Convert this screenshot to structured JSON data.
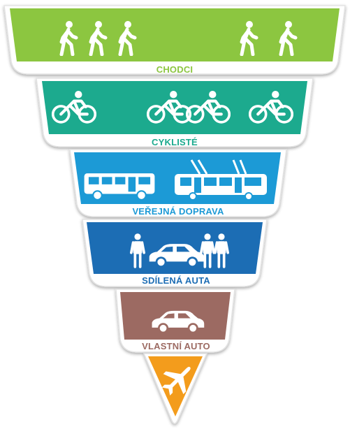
{
  "tiers": [
    {
      "id": "chodci",
      "label": "CHODCI",
      "color": "#8cc63f",
      "label_color": "#8cc63f",
      "icons": [
        "walker-icon",
        "walker-icon",
        "walker-icon",
        "walker-icon",
        "walker-icon"
      ]
    },
    {
      "id": "cykliste",
      "label": "CYKLISTÉ",
      "color": "#1aaa8e",
      "label_color": "#1aaa8e",
      "icons": [
        "cyclist-icon",
        "cyclist-icon",
        "cyclist-icon",
        "cyclist-icon"
      ]
    },
    {
      "id": "verejna-doprava",
      "label": "VEŘEJNÁ DOPRAVA",
      "color": "#1f9ad6",
      "label_color": "#1f9ad6",
      "icons": [
        "bus-icon",
        "tram-icon"
      ]
    },
    {
      "id": "sdilena-auta",
      "label": "SDÍLENÁ AUTA",
      "color": "#1f6db4",
      "label_color": "#1f6db4",
      "icons": [
        "person-icon",
        "car-icon",
        "person-icon",
        "person-icon"
      ]
    },
    {
      "id": "vlastni-auto",
      "label": "VLASTNÍ AUTO",
      "color": "#9c6b62",
      "label_color": "#9c6b62",
      "icons": [
        "car-icon"
      ]
    },
    {
      "id": "letadlo",
      "label": "",
      "color": "#f39c1f",
      "label_color": "#f39c1f",
      "icons": [
        "airplane-icon"
      ]
    }
  ]
}
